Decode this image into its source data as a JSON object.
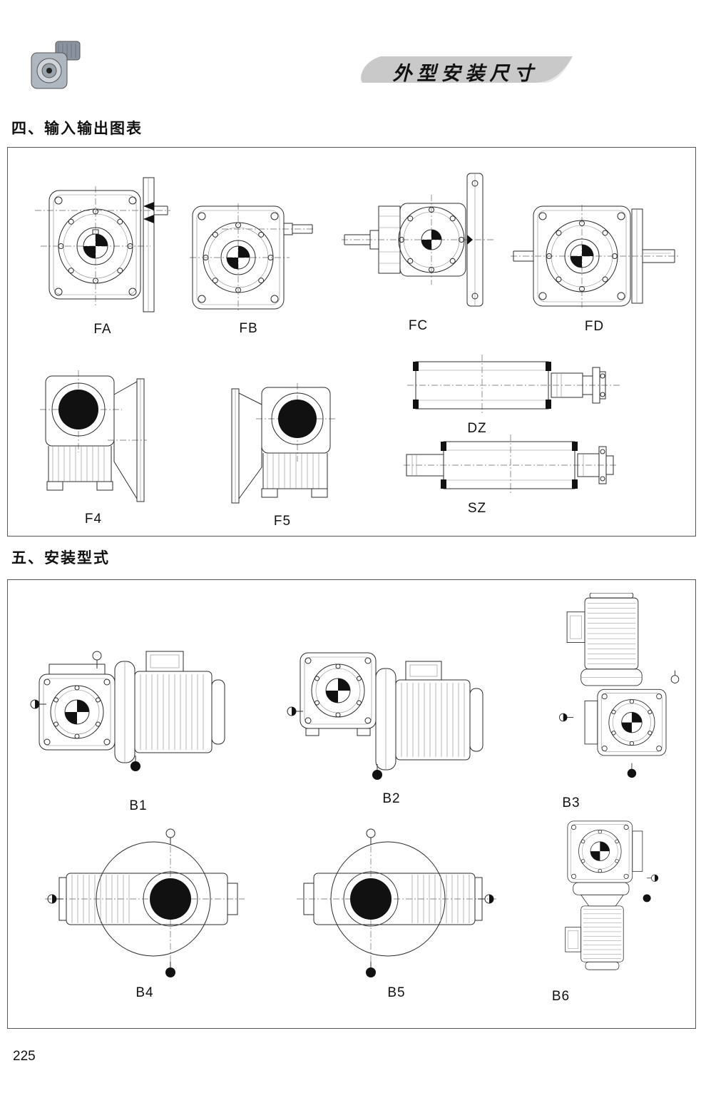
{
  "header": {
    "title": "外型安装尺寸"
  },
  "sections": {
    "io": {
      "heading": "四、输入输出图表",
      "figures": [
        {
          "label": "FA"
        },
        {
          "label": "FB"
        },
        {
          "label": "FC"
        },
        {
          "label": "FD"
        },
        {
          "label": "F4"
        },
        {
          "label": "F5"
        },
        {
          "label": "DZ"
        },
        {
          "label": "SZ"
        }
      ]
    },
    "mounting": {
      "heading": "五、安装型式",
      "figures": [
        {
          "label": "B1"
        },
        {
          "label": "B2"
        },
        {
          "label": "B3"
        },
        {
          "label": "B4"
        },
        {
          "label": "B5"
        },
        {
          "label": "B6"
        }
      ]
    }
  },
  "page_number": "225",
  "colors": {
    "banner_gray": "#c9c9c9",
    "line": "#2b2b2b",
    "black_fill": "#111111"
  }
}
